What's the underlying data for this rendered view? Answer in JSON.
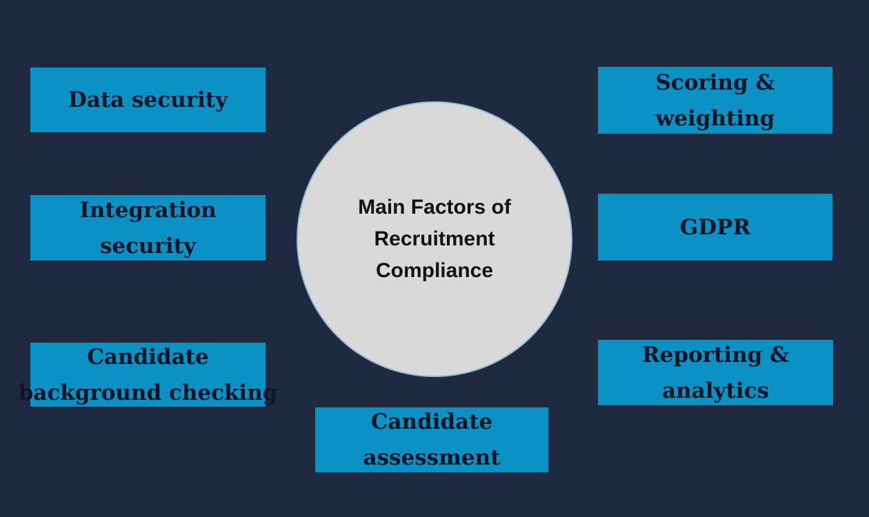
{
  "title": {
    "lines": [
      "Main Factors of",
      "Recruitment",
      "Compliance"
    ]
  },
  "factors": {
    "left": [
      {
        "lines": [
          "Data security"
        ]
      },
      {
        "lines": [
          "Integration",
          "security"
        ]
      },
      {
        "lines": [
          "Candidate",
          "background checking"
        ]
      }
    ],
    "right": [
      {
        "lines": [
          "Scoring &",
          "weighting"
        ]
      },
      {
        "lines": [
          "GDPR"
        ]
      },
      {
        "lines": [
          "Reporting &",
          "analytics"
        ]
      }
    ],
    "bottom": [
      {
        "lines": [
          "Candidate",
          "assessment"
        ]
      }
    ]
  },
  "colors": {
    "background": "#1f2942",
    "box_fill": "#0a92c5",
    "box_text": "#0e1526",
    "circle_fill": "#d9d9d9",
    "circle_text": "#121212"
  }
}
